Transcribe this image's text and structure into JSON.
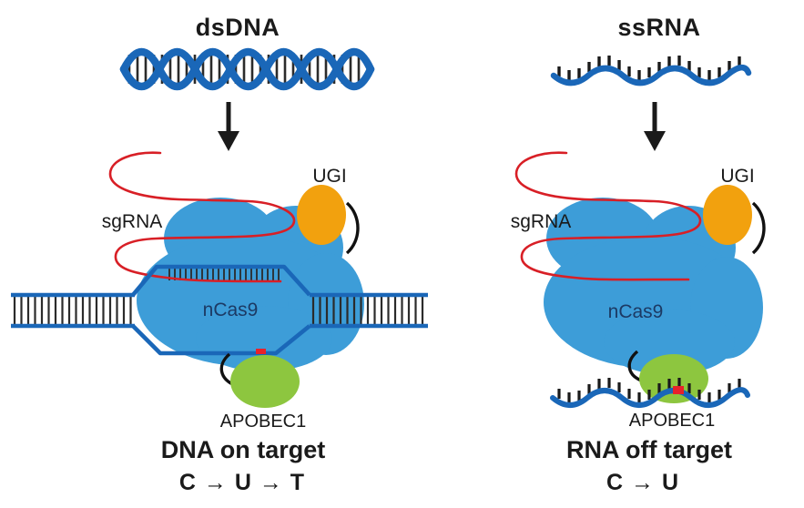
{
  "left_panel": {
    "title": "dsDNA",
    "sgrna_label": "sgRNA",
    "ugi_label": "UGI",
    "cas9_label": "nCas9",
    "apobec_label": "APOBEC1",
    "caption": "DNA on target",
    "conversion": "C → U → T"
  },
  "right_panel": {
    "title": "ssRNA",
    "sgrna_label": "sgRNA",
    "ugi_label": "UGI",
    "cas9_label": "nCas9",
    "apobec_label": "APOBEC1",
    "caption": "RNA off target",
    "conversion": "C → U"
  },
  "colors": {
    "cas9_body": "#3d9dd8",
    "dna_strand": "#1a67b8",
    "sgrna_red": "#d81f26",
    "ugi_orange": "#f2a10e",
    "apobec_green": "#8dc63f",
    "target_mark": "#e8212b",
    "base_rungs": "#2b2b2b",
    "arrow_black": "#1a1a1a",
    "ncas9_text": "#1c3a64"
  }
}
